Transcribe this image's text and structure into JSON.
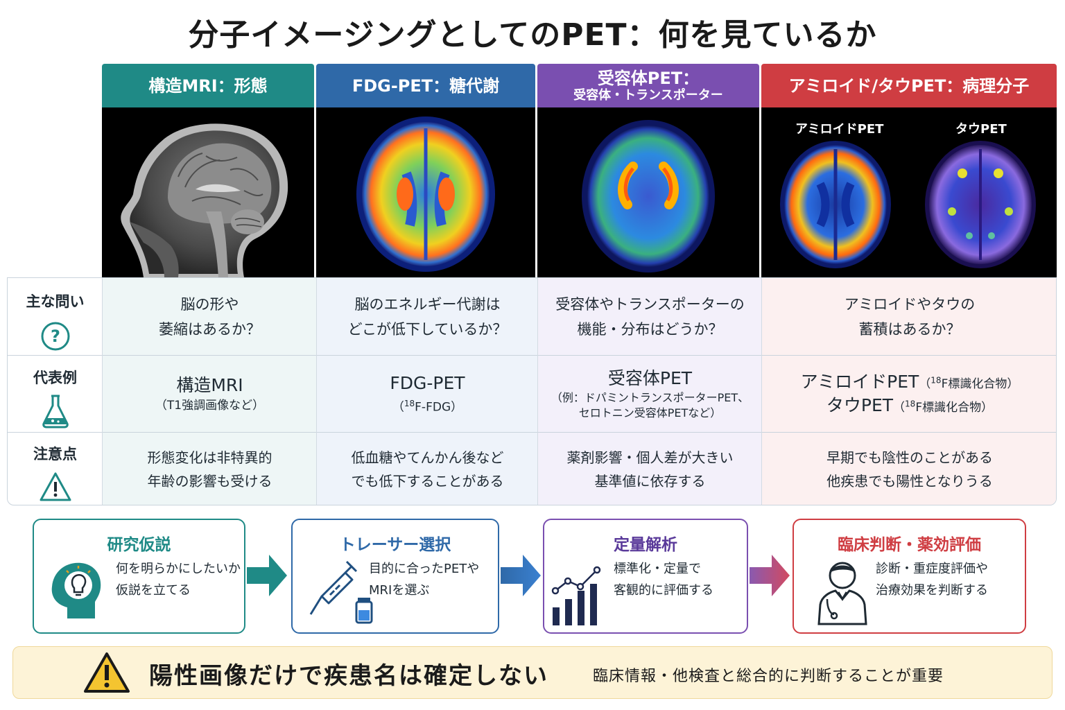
{
  "title": "分子イメージングとしてのPET：何を見ているか",
  "columns": [
    {
      "header": "構造MRI：形態",
      "header2": ""
    },
    {
      "header": "FDG-PET：糖代謝",
      "header2": ""
    },
    {
      "header": "受容体PET：",
      "header2": "受容体・トランスポーター"
    },
    {
      "header": "アミロイド/タウPET：病理分子",
      "header2": ""
    }
  ],
  "image_labels": {
    "amyloid": "アミロイドPET",
    "tau": "タウPET"
  },
  "rows": {
    "question": {
      "label": "主な問い",
      "cells": [
        [
          "脳の形や",
          "萎縮はあるか？"
        ],
        [
          "脳のエネルギー代謝は",
          "どこが低下しているか？"
        ],
        [
          "受容体やトランスポーターの",
          "機能・分布はどうか？"
        ],
        [
          "アミロイドやタウの",
          "蓄積はあるか？"
        ]
      ]
    },
    "example": {
      "label": "代表例",
      "mri_main": "構造MRI",
      "mri_sub": "（T1強調画像など）",
      "fdg_main": "FDG-PET",
      "fdg_sub_pre": "（",
      "fdg_sub_sup": "18",
      "fdg_sub_post": "F-FDG）",
      "rec_main": "受容体PET",
      "rec_sub1": "（例：ドパミントランスポーターPET、",
      "rec_sub2": "セロトニン受容体PETなど）",
      "amy_main": "アミロイドPET",
      "amy_sub_pre": "（",
      "amy_sub_sup": "18",
      "amy_sub_post": "F標識化合物）",
      "tau_main": "タウPET",
      "tau_sub_pre": "（",
      "tau_sub_sup": "18",
      "tau_sub_post": "F標識化合物）"
    },
    "caution": {
      "label": "注意点",
      "cells": [
        [
          "形態変化は非特異的",
          "年齢の影響も受ける"
        ],
        [
          "低血糖やてんかん後など",
          "でも低下することがある"
        ],
        [
          "薬剤影響・個人差が大きい",
          "基準値に依存する"
        ],
        [
          "早期でも陰性のことがある",
          "他疾患でも陽性となりうる"
        ]
      ]
    }
  },
  "flow": [
    {
      "title": "研究仮説",
      "lines": [
        "何を明らかにしたいか",
        "仮説を立てる"
      ],
      "color": "#1f8a86"
    },
    {
      "title": "トレーサー選択",
      "lines": [
        "目的に合ったPETや",
        "MRIを選ぶ"
      ],
      "color": "#2f69a8"
    },
    {
      "title": "定量解析",
      "lines": [
        "標準化・定量で",
        "客観的に評価する"
      ],
      "color": "#7a4fb0"
    },
    {
      "title": "臨床判断・薬効評価",
      "lines": [
        "診断・重症度評価や",
        "治療効果を判断する"
      ],
      "color": "#cf3d42"
    }
  ],
  "warning": {
    "main": "陽性画像だけで疾患名は確定しない",
    "sub": "臨床情報・他検査と総合的に判断することが重要"
  }
}
